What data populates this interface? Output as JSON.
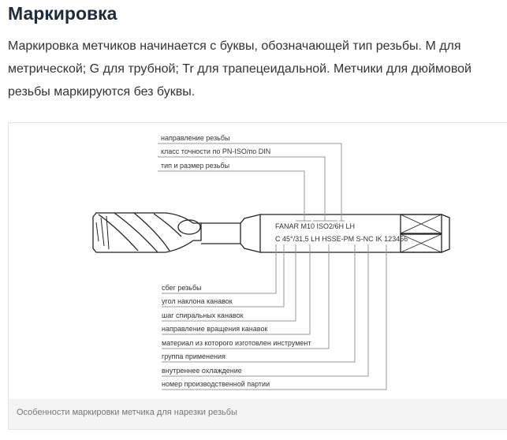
{
  "title": "Маркировка",
  "paragraph": "Маркировка метчиков начинается с буквы, обозначающей тип резьбы. М для метрической; G для трубной; Tr для трапецеидальной. Метчики для дюймовой резьбы маркируются без буквы.",
  "figure": {
    "marking_line1": "FANAR M10 ISO2/6H LH",
    "marking_line2": "C 45°/31,5 LH HSSE-PM S-NC IK 123456",
    "top_labels": [
      "направление резьбы",
      "класс точности по PN-ISO/по DIN",
      "тип и размер резьбы"
    ],
    "bottom_labels": [
      "сбег резьбы",
      "угол наклона канавок",
      "шаг спиральных канавок",
      "направление вращения канавок",
      "материал из которого изготовлен инструмент",
      "группа применения",
      "внутреннее охлаждение",
      "номер производственной партии"
    ],
    "caption": "Особенности маркировки метчика для нарезки резьбы"
  }
}
